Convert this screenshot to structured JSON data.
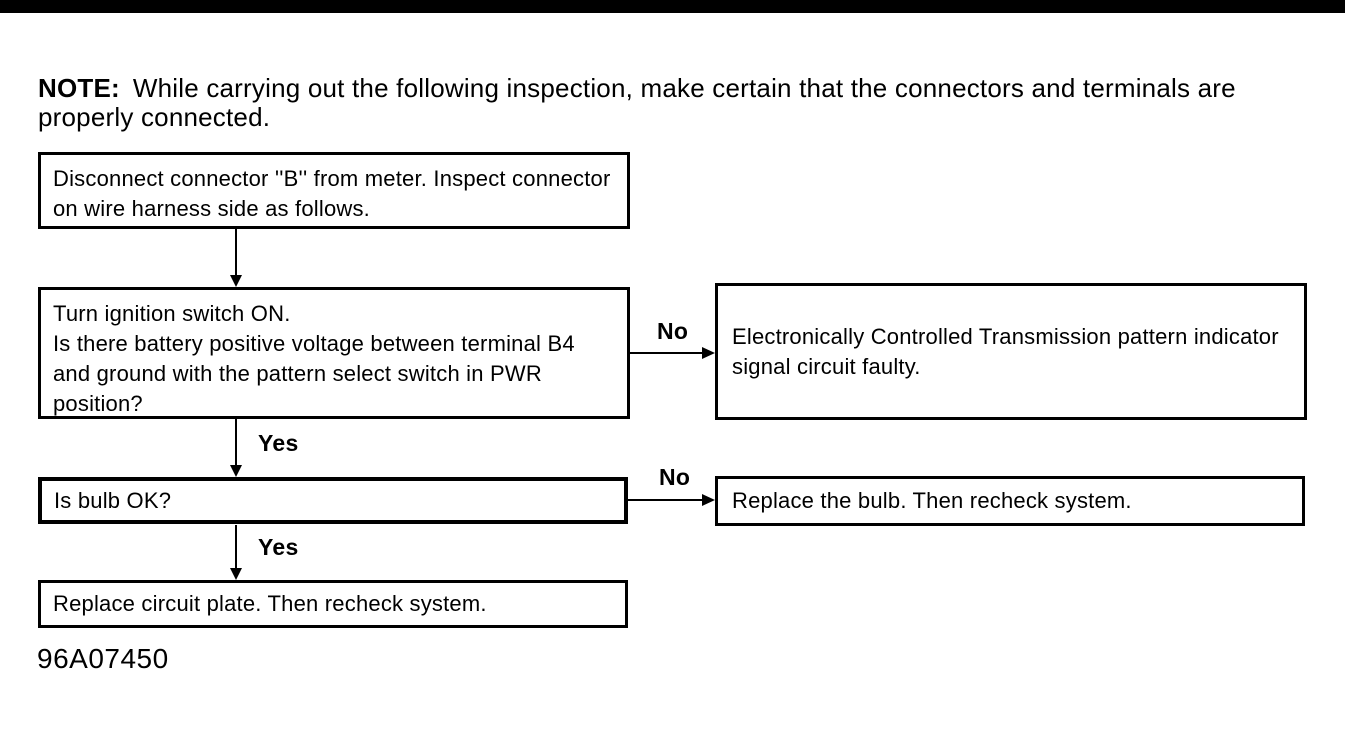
{
  "note": {
    "label": "NOTE:",
    "body": "While carrying out the following inspection, make certain that the connectors and terminals are properly connected."
  },
  "flowchart": {
    "step1": {
      "text": "Disconnect connector ''B'' from meter. Inspect connector on wire harness side as follows."
    },
    "step2": {
      "line1": "Turn ignition switch ON.",
      "line2": "Is there battery positive voltage between terminal B4 and ground with the pattern select switch in PWR position?"
    },
    "step3": {
      "text": "Is bulb OK?"
    },
    "step4": {
      "text": "Replace circuit plate. Then recheck system."
    },
    "result_no1": {
      "text": "Electronically Controlled Transmission pattern indicator signal circuit faulty."
    },
    "result_no2": {
      "text": "Replace the bulb. Then recheck system."
    },
    "labels": {
      "yes1": "Yes",
      "yes2": "Yes",
      "no1": "No",
      "no2": "No"
    }
  },
  "figure_id": "96A07450",
  "colors": {
    "ink": "#000000",
    "background": "#ffffff"
  }
}
